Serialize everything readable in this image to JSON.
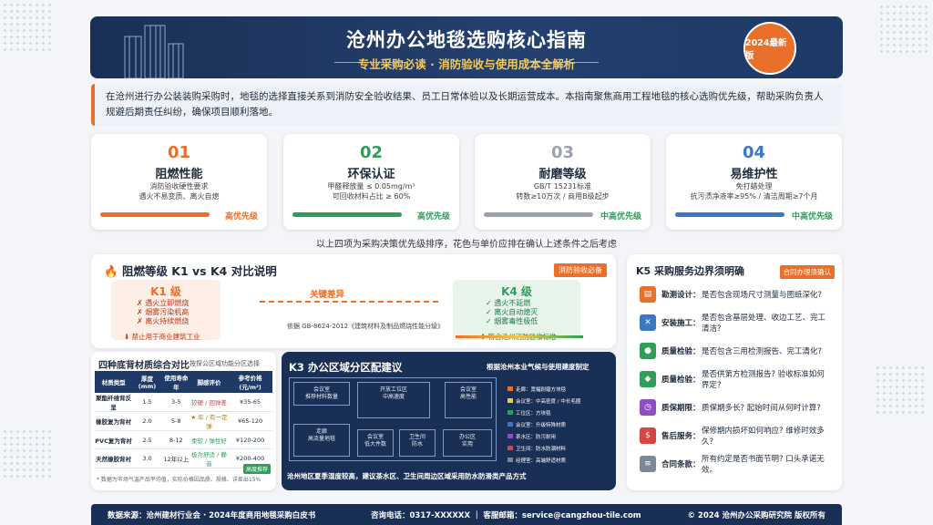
{
  "header": {
    "title": "沧州办公地毯选购核心指南",
    "subtitle": "专业采购必读 · 消防验收与使用成本全解析",
    "badge": "2024最新版"
  },
  "intro": "在沧州进行办公装装购采购时，地毯的选择直接关系到消防安全验收结果、员工日常体验以及长期运营成本。本指南聚焦商用工程地毯的核心选购优先级，帮助采购负责人规避后期责任纠纷，确保项目顺利落地。",
  "priorities": [
    {
      "num": "01",
      "title": "阻燃性能",
      "desc1": "消防验收硬性要求",
      "desc2": "遇火不易变质、离火自熄",
      "priority": "高优先级",
      "color": "#e8702a"
    },
    {
      "num": "02",
      "title": "环保认证",
      "desc1": "甲醛释放量 ≤ 0.05mg/m³",
      "desc2": "可回收材料占比 ≥ 60%",
      "priority": "高优先级",
      "color": "#2e9e5a"
    },
    {
      "num": "03",
      "title": "耐磨等级",
      "desc1": "GB/T 15231标准",
      "desc2": "转数≥10万次 / 商用B级起步",
      "priority": "中高优先级",
      "color": "#9aa3ae"
    },
    {
      "num": "04",
      "title": "易维护性",
      "desc1": "免打蜡处理",
      "desc2": "抗污渍净液率≥95% / 清洁周期≥7个月",
      "priority": "中高优先级",
      "color": "#3b78c4"
    }
  ],
  "priority_note": "以上四项为采购决策优先级排序，花色与单价应排在确认上述条件之后考虑",
  "fire": {
    "title": "阻燃等级 K1 vs K4 对比说明",
    "tag": "消防验收必备",
    "k1": {
      "label": "K1 级",
      "items": [
        "遇火立即燃烧",
        "烟雾污染机高",
        "离火持续燃烧"
      ],
      "foot": "禁止用于商业建筑工业"
    },
    "mid": {
      "label": "关键差异",
      "std": "依据 GB-8624-2012《建筑材料及制品燃烧性能分级》"
    },
    "k4": {
      "label": "K4 级",
      "items": [
        "遇火不延燃",
        "离火自动熄灭",
        "烟雾毒性极低"
      ],
      "foot": "符合沧州消防验收标准"
    }
  },
  "k5": {
    "title": "K5 采购服务边界须明确",
    "tag": "合同办理须确认",
    "rows": [
      {
        "label": "勘测设计：",
        "text": "是否包含现场尺寸测量与图纸深化?",
        "icon": "ruler-icon",
        "color": "#e8702a"
      },
      {
        "label": "安装施工：",
        "text": "是否包含基层处理、收边工艺、完工清洁?",
        "icon": "tools-icon",
        "color": "#3b78c4"
      },
      {
        "label": "质量检验：",
        "text": "是否包含三用检测报告、完工清化?",
        "icon": "drop-icon",
        "color": "#2e9e5a"
      },
      {
        "label": "质量检验：",
        "text": "是否供第方检测报告? 验收标准如何界定?",
        "icon": "shield-icon",
        "color": "#2e9e5a"
      },
      {
        "label": "质保期限：",
        "text": "质保期多长? 起始时间从何时计算?",
        "icon": "clock-icon",
        "color": "#8e4fc4"
      },
      {
        "label": "售后服务：",
        "text": "保修期内损坏如何响应? 维修时效多久?",
        "icon": "wrench-icon",
        "color": "#d64545"
      },
      {
        "label": "合同条款：",
        "text": "所有约定是否书面节明? 口头承诺无效。",
        "icon": "document-icon",
        "color": "#7d8896"
      }
    ]
  },
  "materials": {
    "title": "四种底背材质综合对比",
    "subtitle": "按探公区域功能分区选择",
    "headers": [
      "材质类型",
      "厚度(mm)",
      "使用寿命年",
      "脚感评价",
      "参考价格(元/m²)"
    ],
    "rows": [
      [
        "聚酯纤维背反呈",
        "1.5",
        "3-5",
        "较硬 / 回弹差",
        "¥35-65"
      ],
      [
        "橡胶复为背衬",
        "2.0",
        "5-8",
        "★ 年 / 有一定弹",
        "¥65-120"
      ],
      [
        "PVC复为背衬",
        "2.5",
        "8-12",
        "柔软 / 弹性好",
        "¥120-200"
      ],
      [
        "天然橡胶背衬",
        "3.0",
        "12年以上",
        "极为舒适 / 静音",
        "¥200-400"
      ]
    ],
    "footnote": "* 数据为市场气温产品平均值，实际价格因品质、规格、详差出15%",
    "recommend": "高度推荐"
  },
  "k3": {
    "title": "K3 办公区域分区配建议",
    "legend_title": "根据沧州本业气候与使用建度制定",
    "rooms": [
      {
        "name": "会议室",
        "note": "推荐材料数量"
      },
      {
        "name": "开放工位区",
        "note": "中高速度"
      },
      {
        "name": "会议室",
        "note": "高性能"
      },
      {
        "name": "走廊",
        "note": "高流量地毯"
      },
      {
        "name": "会议室",
        "note": "低大件数"
      },
      {
        "name": "卫生间",
        "note": "防水"
      },
      {
        "name": "办公区",
        "note": "实用"
      }
    ],
    "legend": [
      {
        "text": "走廊：宽幅耐磨方块毯",
        "color": "#e8702a"
      },
      {
        "text": "会议室：中高密度 / 中长毛圈",
        "color": "#f2c94c"
      },
      {
        "text": "工位区：方块毯",
        "color": "#2e9e5a"
      },
      {
        "text": "会议室：升级特殊材质",
        "color": "#3b78c4"
      },
      {
        "text": "茶水区：防污耐用",
        "color": "#8e4fc4"
      },
      {
        "text": "卫生间：防水防潮材料",
        "color": "#d64545"
      },
      {
        "text": "经理室：高端舒适材质",
        "color": "#7d8896"
      }
    ],
    "footer": "沧州地区夏季湿度较高，建议茶水区、卫生间周边区域采用防水防滑类产品方式"
  },
  "footer": {
    "source": "数据来源：沧州建材行业会 · 2024年度商用地毯采购白皮书",
    "contact": "咨询电话：0317-XXXXXX ｜ 客服邮箱：service@cangzhou-tile.com",
    "copyright": "© 2024 沧州办公采购研究院 版权所有"
  }
}
